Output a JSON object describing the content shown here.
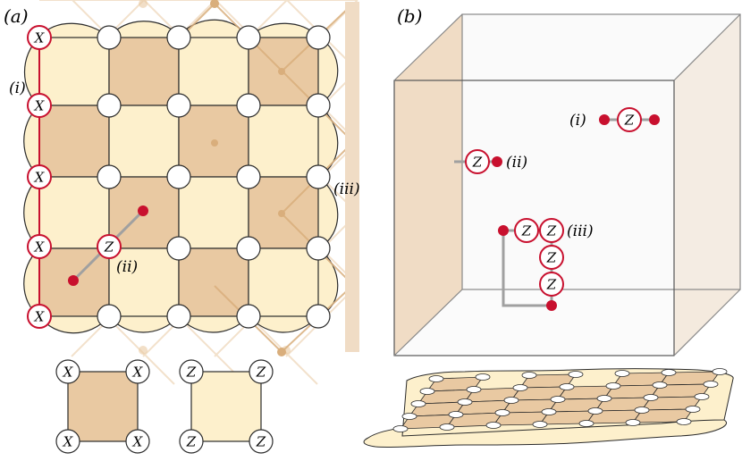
{
  "panel_a": {
    "label": "(a)",
    "annotations": {
      "i": "(i)",
      "ii": "(ii)",
      "iii": "(iii)"
    },
    "boundary_qubit_label": "X",
    "string_qubit_label": "Z",
    "legend": {
      "x_plaquette_label": "X",
      "z_plaquette_label": "Z"
    }
  },
  "panel_b": {
    "label": "(b)",
    "annotations": {
      "i": "(i)",
      "ii": "(ii)",
      "iii": "(iii)"
    },
    "qubit_label": "Z"
  },
  "colors": {
    "dark_tile": "#e9c9a2",
    "light_tile": "#fdf0cc",
    "accent_red": "#c8102e",
    "lattice_line": "#2b2b2b",
    "wall_tan": "#f0dcc5",
    "string_gray": "#a0a0a0"
  }
}
